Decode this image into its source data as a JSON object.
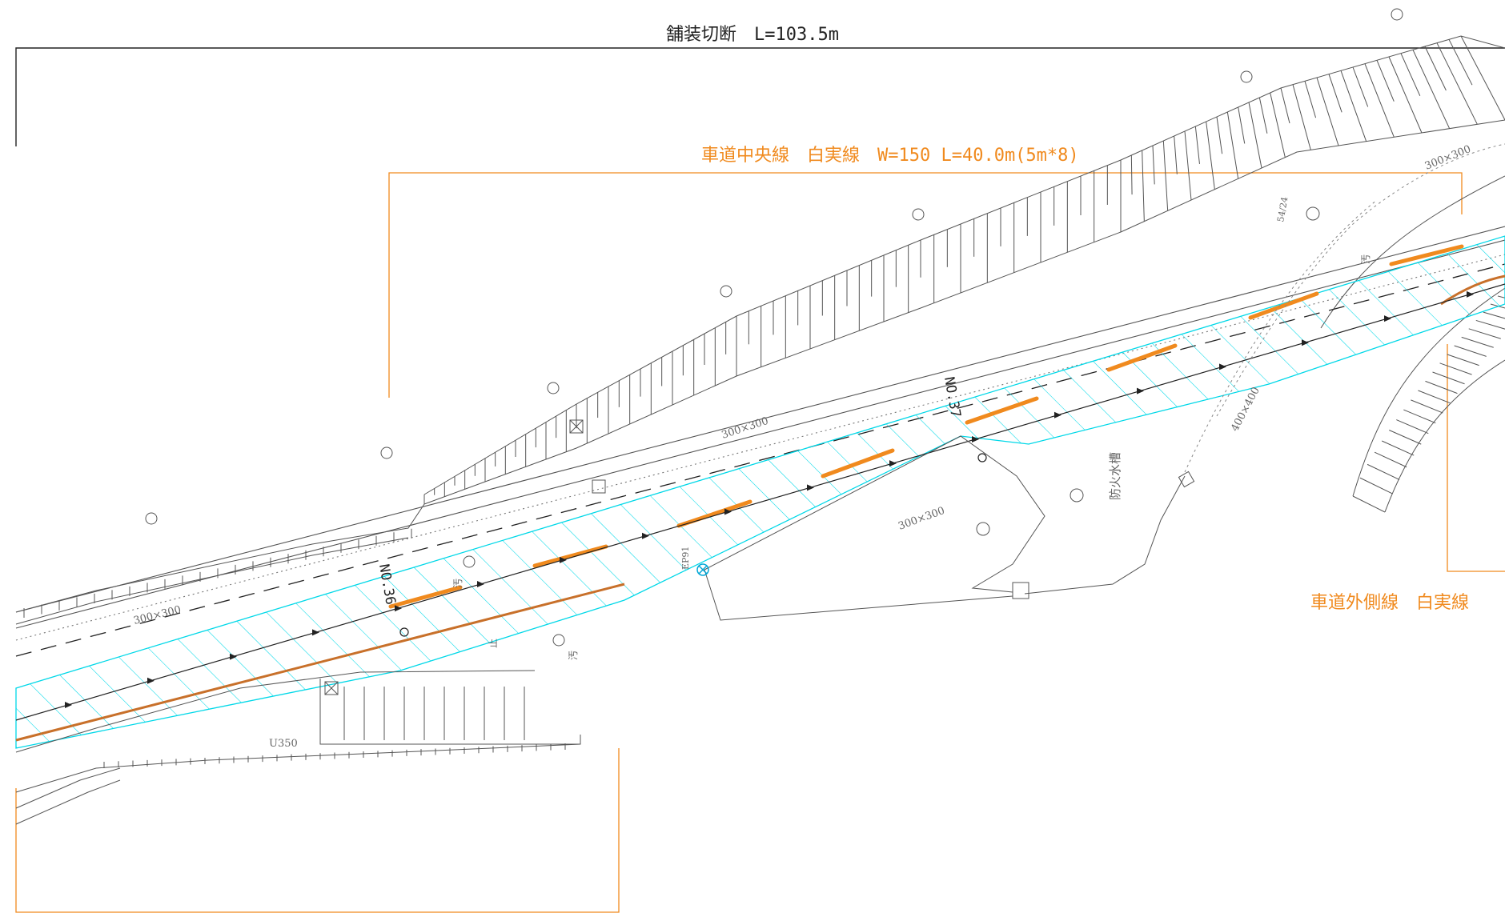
{
  "labels": {
    "pavement_cut": "舗装切断　L=103.5m",
    "center_line": "車道中央線　白実線　W=150 L=40.0m(5m*8)",
    "outer_line": "車道外側線　白実線",
    "station_36": "NO.36",
    "station_37": "NO.37",
    "fire_tank": "防火水槽",
    "pole": "EP91",
    "sewer": "汚",
    "stop": "止"
  },
  "dimensions": {
    "gutter_300_a": "300×300",
    "gutter_300_b": "300×300",
    "gutter_300_c": "300×300",
    "gutter_300_d": "300×300",
    "gutter_400": "400×400",
    "u_channel": "U350",
    "pipe_label": "54/24"
  },
  "colors": {
    "orange": "#F08A1E",
    "cyan": "#00D8E8",
    "line": "#555555",
    "dark": "#222222"
  }
}
